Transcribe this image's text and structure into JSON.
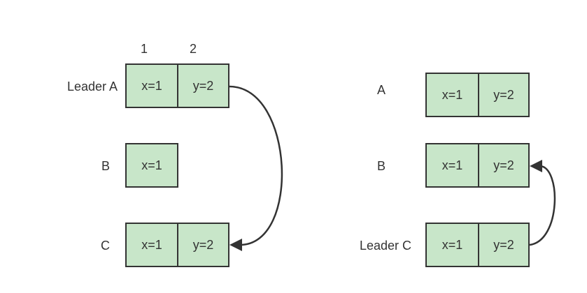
{
  "left": {
    "index_labels": [
      "1",
      "2"
    ],
    "nodes": [
      {
        "name": "Leader A",
        "entries": [
          "x=1",
          "y=2"
        ]
      },
      {
        "name": "B",
        "entries": [
          "x=1"
        ]
      },
      {
        "name": "C",
        "entries": [
          "x=1",
          "y=2"
        ]
      }
    ]
  },
  "right": {
    "nodes": [
      {
        "name": "A",
        "entries": [
          "x=1",
          "y=2"
        ]
      },
      {
        "name": "B",
        "entries": [
          "x=1",
          "y=2"
        ]
      },
      {
        "name": "Leader C",
        "entries": [
          "x=1",
          "y=2"
        ]
      }
    ]
  },
  "colors": {
    "cell_fill": "#c8e6c9",
    "stroke": "#333333"
  }
}
